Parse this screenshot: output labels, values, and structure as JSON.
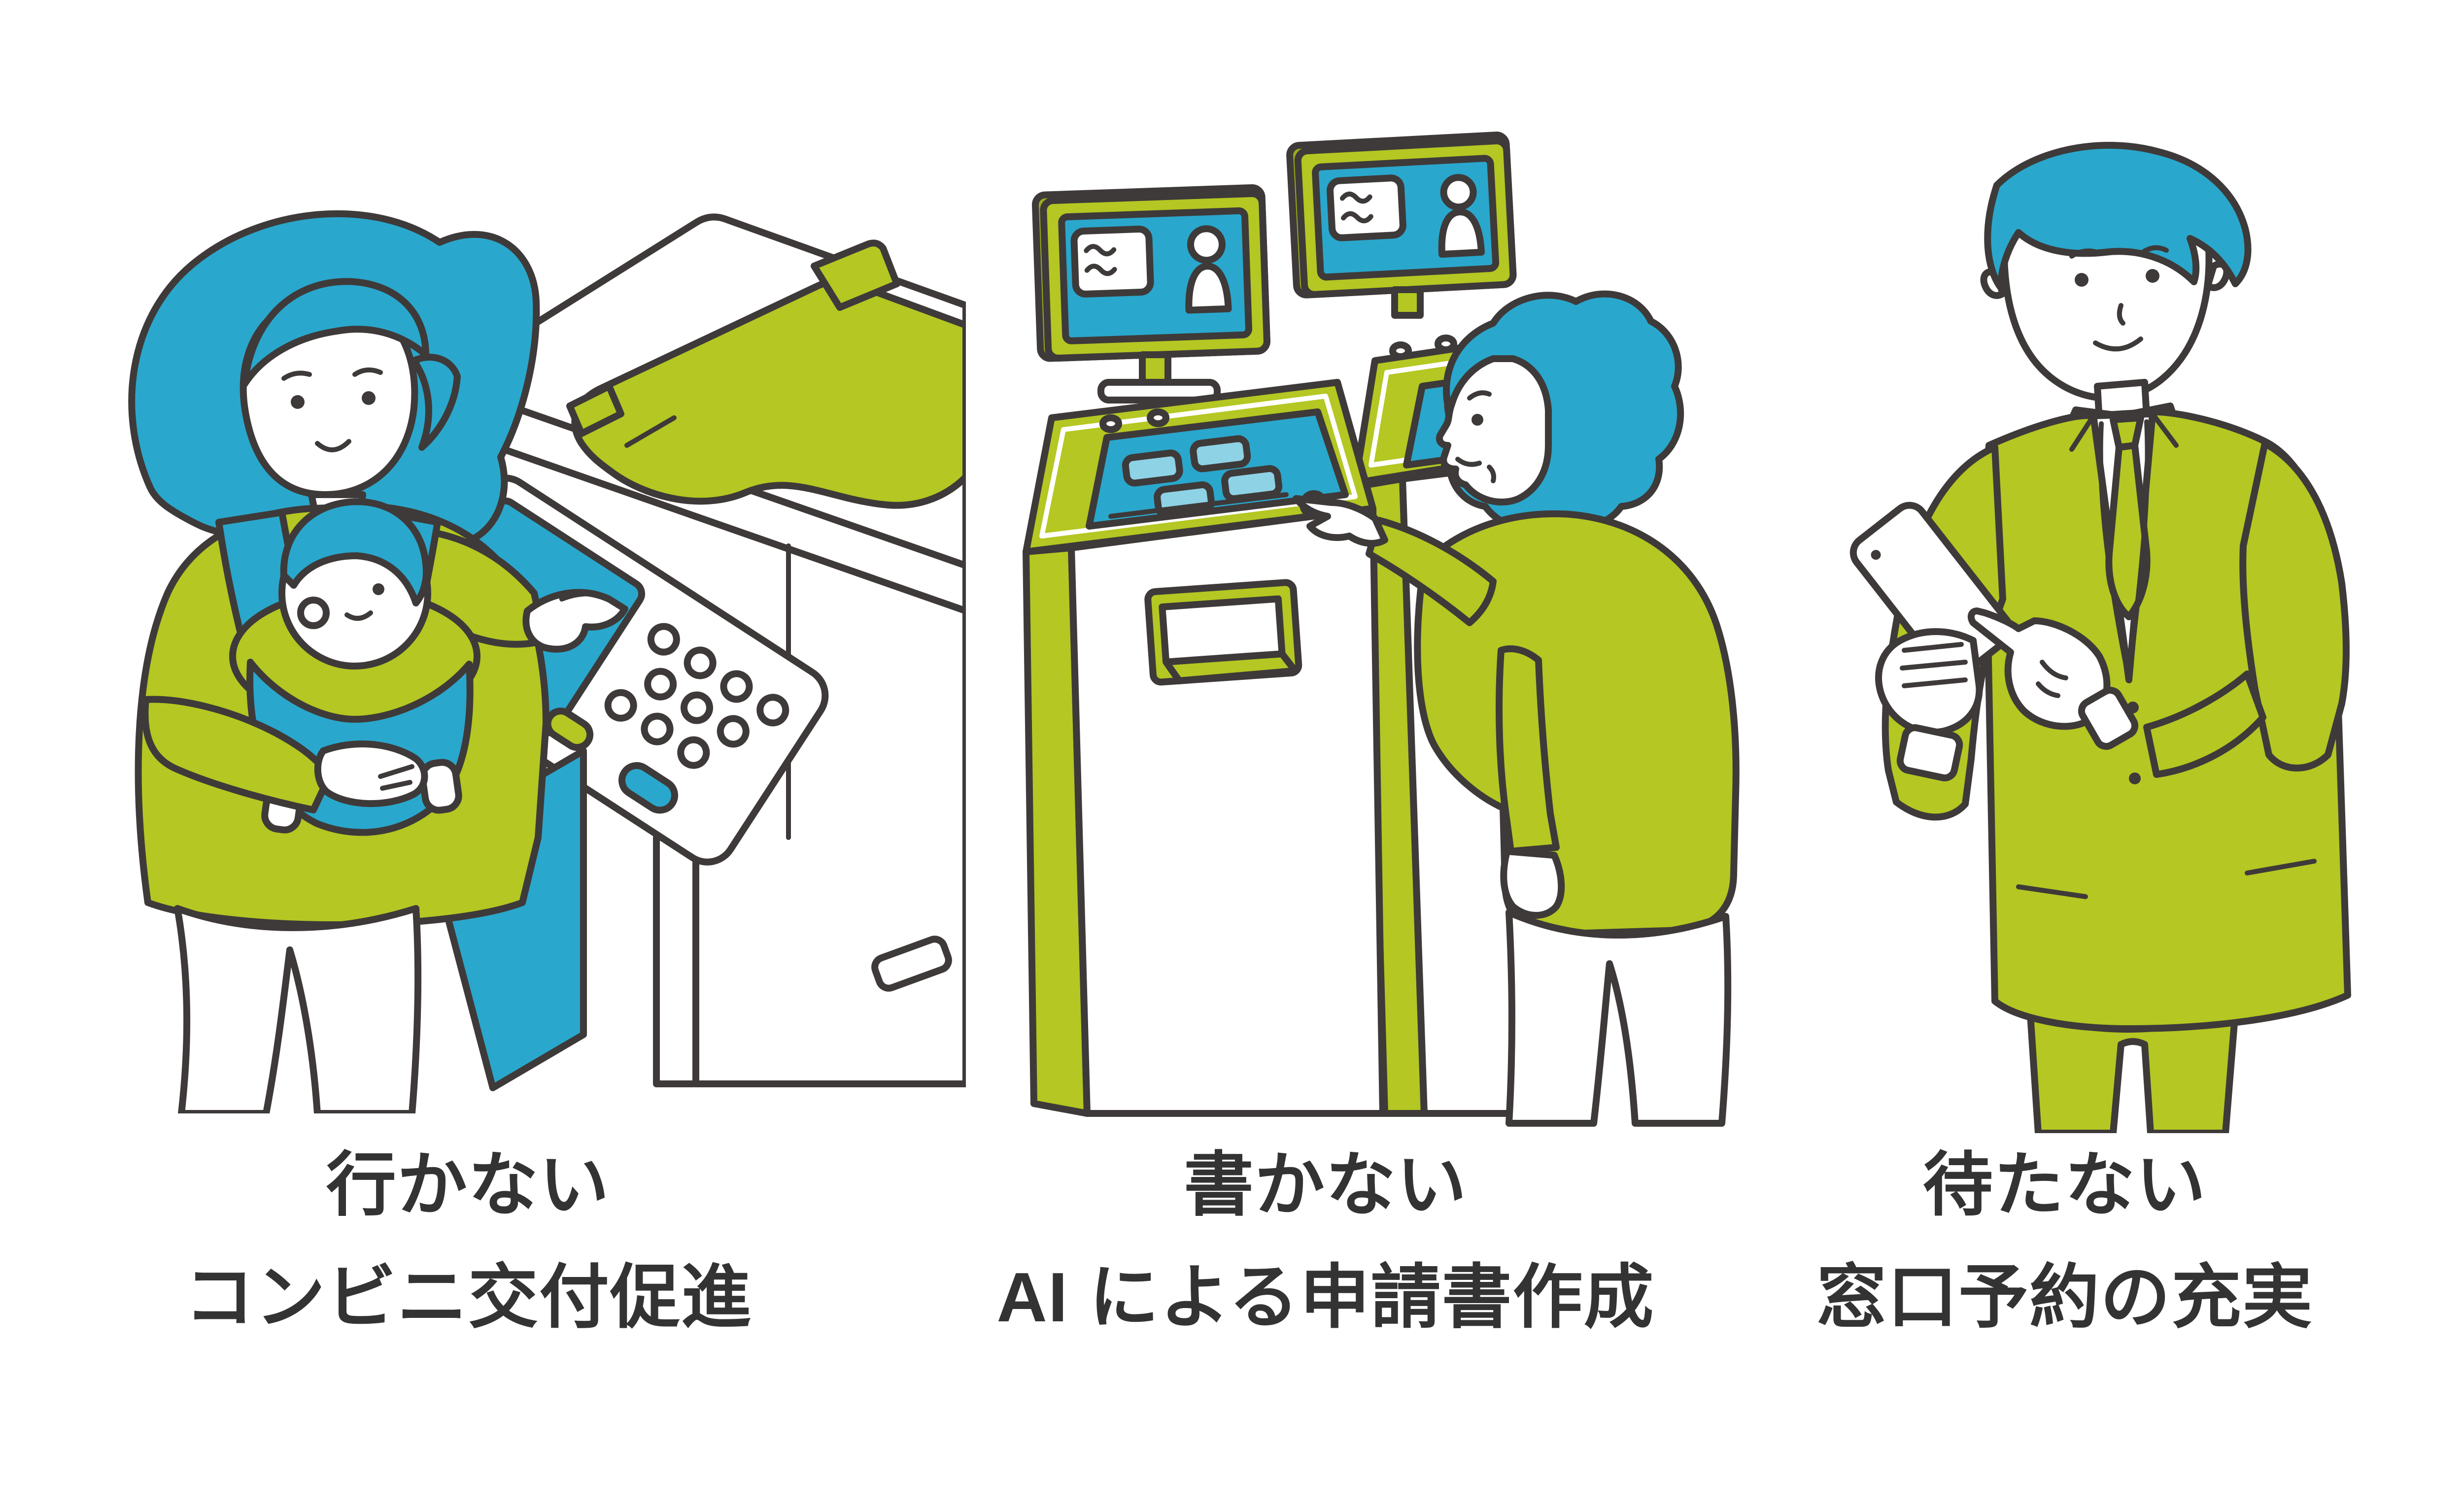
{
  "page": {
    "background": "#ffffff",
    "description": "Three captioned illustrations about municipal digital services"
  },
  "palette": {
    "blue": "#2aa7cc",
    "light_blue": "#8ed2e6",
    "green": "#b4c722",
    "dark_green_edge": "#9aab1b",
    "outline": "#3e3a39",
    "text": "#333333",
    "white": "#ffffff"
  },
  "panels": [
    {
      "id": "konbini",
      "scene": "mother-with-baby-using-convenience-store-multicopier",
      "caption_line1": "行かない",
      "caption_line2": "コンビニ交付促進"
    },
    {
      "id": "ai-application",
      "scene": "elderly-woman-using-ai-application-kiosk",
      "caption_line1": "書かない",
      "caption_line2": "AI による申請書作成"
    },
    {
      "id": "reservation",
      "scene": "man-in-suit-booking-counter-reservation-on-smartphone",
      "caption_line1": "待たない",
      "caption_line2": "窓口予約の充実"
    }
  ]
}
